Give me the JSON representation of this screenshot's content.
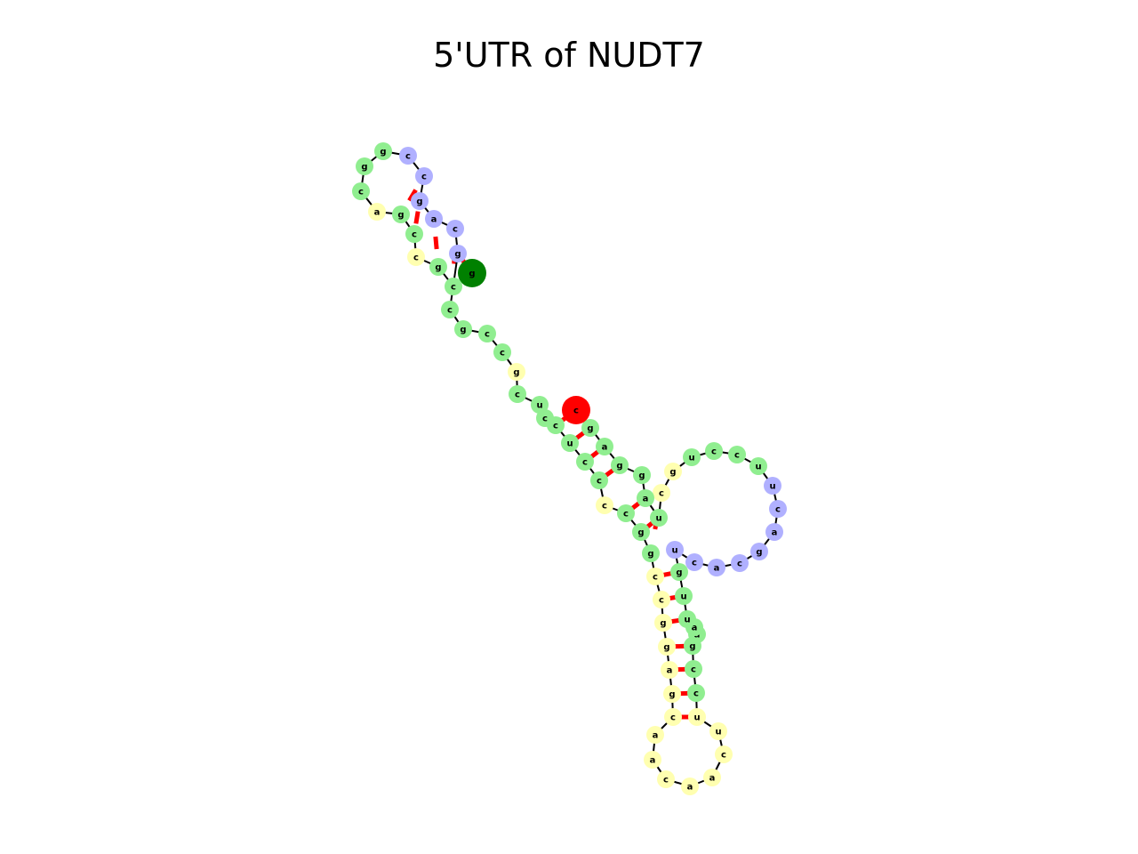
{
  "title": "5'UTR of NUDT7",
  "colors": {
    "stem": "#90ee90",
    "hairpin_loop": "#b0b0ff",
    "interior_loop": "#ffffb0",
    "dangling": "#ffb0b0",
    "five_prime_end": "#008000",
    "three_prime_end": "#ff0000",
    "backbone": "#000000",
    "base_pair": "#ff0000"
  },
  "sequence": [
    "g",
    "c",
    "g",
    "c",
    "c",
    "g",
    "a",
    "c",
    "g",
    "g",
    "c",
    "c",
    "g",
    "a",
    "c",
    "g",
    "c",
    "g",
    "c",
    "c",
    "g",
    "c",
    "u",
    "c",
    "c",
    "u",
    "c",
    "c",
    "c",
    "c",
    "g",
    "g",
    "c",
    "c",
    "g",
    "g",
    "a",
    "g",
    "c",
    "a",
    "a",
    "c",
    "a",
    "a",
    "c",
    "u",
    "u",
    "c",
    "c",
    "g",
    "a",
    "a",
    "u",
    "u",
    "g",
    "u",
    "c",
    "a",
    "c",
    "g",
    "a",
    "c",
    "u",
    "u",
    "c",
    "c",
    "u",
    "g",
    "c",
    "u",
    "a",
    "g",
    "g",
    "a",
    "g",
    "c"
  ],
  "structure_types": [
    "S",
    "S",
    "S",
    "I",
    "S",
    "S",
    "I",
    "S",
    "S",
    "S",
    "H",
    "H",
    "H",
    "H",
    "H",
    "H",
    "S",
    "S",
    "S",
    "S",
    "I",
    "S",
    "S",
    "S",
    "S",
    "S",
    "S",
    "S",
    "I",
    "S",
    "S",
    "S",
    "I",
    "I",
    "I",
    "I",
    "I",
    "I",
    "I",
    "I",
    "I",
    "I",
    "I",
    "I",
    "I",
    "I",
    "I",
    "S",
    "S",
    "S",
    "S",
    "S",
    "S",
    "S",
    "S",
    "H",
    "H",
    "H",
    "H",
    "H",
    "H",
    "H",
    "H",
    "S",
    "S",
    "S",
    "S",
    "I",
    "I",
    "S",
    "S",
    "S",
    "S",
    "S",
    "S",
    "S"
  ],
  "base_pairs": []
}
